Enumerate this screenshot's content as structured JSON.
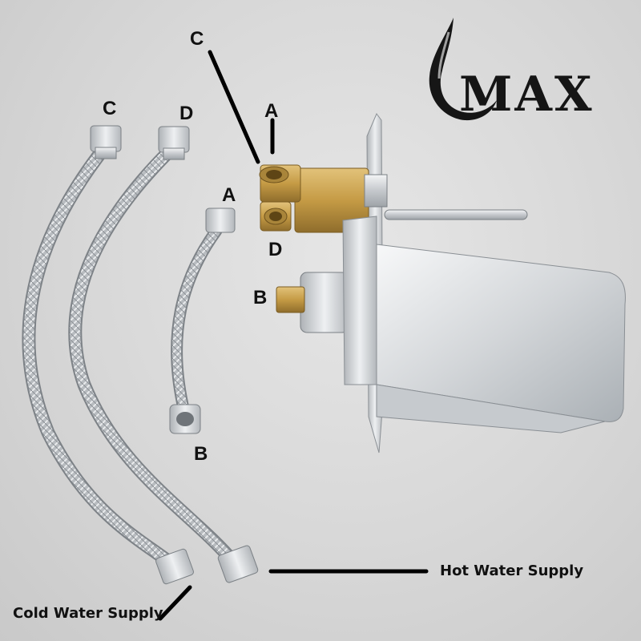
{
  "brand": {
    "logo_text": "MAX"
  },
  "labels": {
    "c_top": "C",
    "a_top": "A",
    "d_valve": "D",
    "b_valve": "B",
    "c_hose": "C",
    "d_hose": "D",
    "a_hose": "A",
    "b_hose": "B"
  },
  "supply": {
    "hot": "Hot Water Supply",
    "cold": "Cold Water Supply"
  },
  "colors": {
    "background": "#d9d9d9",
    "chrome": "#c8ccd0",
    "brass": "#c9a24a",
    "label_text": "#111111"
  }
}
